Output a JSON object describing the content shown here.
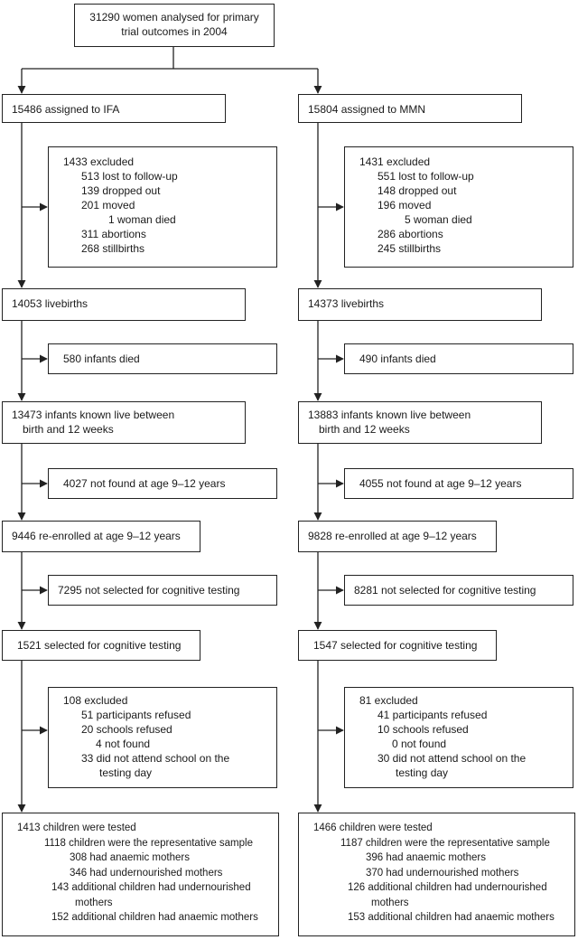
{
  "top": {
    "lines": [
      "31290 women analysed for primary",
      "trial outcomes in 2004"
    ]
  },
  "arms": [
    {
      "assigned": "15486 assigned to IFA",
      "excluded1": {
        "head": "1433 excluded",
        "items": [
          "513 lost to follow-up",
          "139 dropped out",
          "201 moved",
          "1 woman died",
          "311 abortions",
          "268 stillbirths"
        ]
      },
      "livebirths": "14053 livebirths",
      "infants_died": "580 infants died",
      "known_live": [
        "13473 infants known live between",
        "birth and 12 weeks"
      ],
      "not_found": "4027 not found at age 9–12 years",
      "reenrolled": "9446 re-enrolled at age 9–12 years",
      "not_selected": "7295 not selected for cognitive testing",
      "selected": "1521 selected for cognitive testing",
      "excluded2": {
        "head": "108 excluded",
        "items": [
          "51 participants refused",
          "20 schools refused",
          "4 not found",
          "33 did not attend school on the",
          "testing day"
        ]
      },
      "tested": {
        "head": "1413 children were tested",
        "rep": "1118 children were the representative sample",
        "sub": [
          "308 had anaemic mothers",
          "346 had undernourished mothers"
        ],
        "add1": [
          "143 additional children had undernourished",
          "mothers"
        ],
        "add2": "152 additional children had anaemic mothers"
      }
    },
    {
      "assigned": "15804 assigned to MMN",
      "excluded1": {
        "head": "1431 excluded",
        "items": [
          "551 lost to follow-up",
          "148 dropped out",
          "196 moved",
          "5 woman died",
          "286 abortions",
          "245 stillbirths"
        ]
      },
      "livebirths": "14373 livebirths",
      "infants_died": "490 infants died",
      "known_live": [
        "13883 infants known live between",
        "birth and 12 weeks"
      ],
      "not_found": "4055 not found at age 9–12 years",
      "reenrolled": "9828 re-enrolled at age 9–12 years",
      "not_selected": "8281 not selected for cognitive testing",
      "selected": "1547 selected for cognitive testing",
      "excluded2": {
        "head": "81 excluded",
        "items": [
          "41 participants refused",
          "10 schools refused",
          "0 not found",
          "30 did not attend school on the",
          "testing day"
        ]
      },
      "tested": {
        "head": "1466 children were tested",
        "rep": "1187 children were the representative sample",
        "sub": [
          "396 had anaemic mothers",
          "370 had undernourished mothers"
        ],
        "add1": [
          "126 additional children had undernourished",
          "mothers"
        ],
        "add2": "153 additional children had anaemic mothers"
      }
    }
  ]
}
